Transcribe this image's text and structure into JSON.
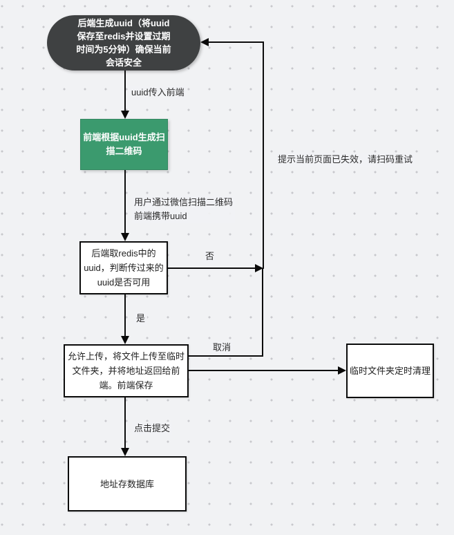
{
  "diagram": {
    "type": "flowchart",
    "colors": {
      "canvas_bg": "#f1f2f4",
      "grid_dot": "#c8c8cc",
      "node_dark_fill": "#3f4142",
      "node_green_fill": "#3b9a6e",
      "node_white_fill": "#ffffff",
      "edge_color": "#0b0b0b",
      "text_on_dark": "#ffffff",
      "text_on_light": "#1f1f1f"
    },
    "nodes": {
      "start": {
        "shape": "stadium",
        "text": "后端生成uuid（将uuid\n保存至redis并设置过期\n时间为5分钟）确保当前\n会话安全"
      },
      "qr": {
        "shape": "rectangle",
        "text": "前端根据uuid生成扫\n描二维码"
      },
      "check": {
        "shape": "rectangle",
        "text": "后端取redis中的\nuuid，判断传过来的\nuuid是否可用"
      },
      "upload": {
        "shape": "rectangle",
        "text": "允许上传，将文件上传至临时\n文件夹，并将地址返回给前\n端。前端保存"
      },
      "temp_clean": {
        "shape": "rectangle",
        "text": "临时文件夹定时清理"
      },
      "db": {
        "shape": "rectangle",
        "text": "地址存数据库"
      }
    },
    "edge_labels": {
      "uuid_to_front": "uuid传入前端",
      "wechat_scan": "用户通过微信扫描二维码\n前端携带uuid",
      "yes": "是",
      "no": "否",
      "cancel": "取消",
      "submit": "点击提交",
      "expired_hint": "提示当前页面已失效，请扫码重试"
    }
  }
}
